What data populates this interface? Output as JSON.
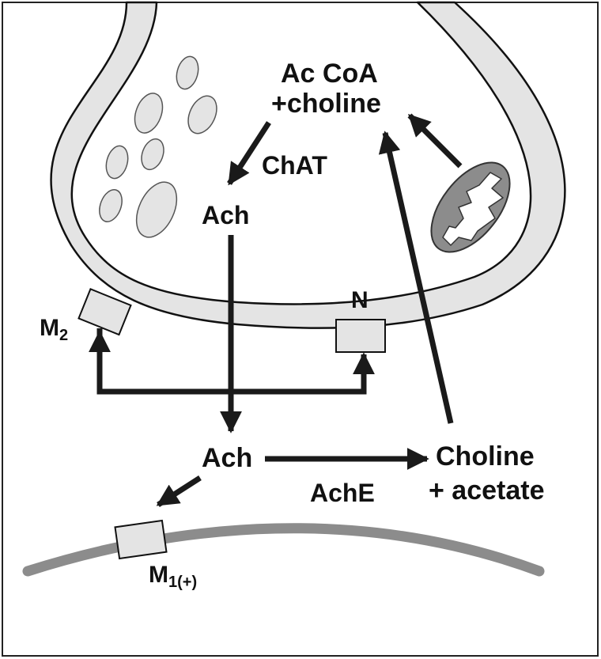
{
  "labels": {
    "ac_coa": "Ac CoA",
    "choline_top": "+choline",
    "chat": "ChAT",
    "ach_top": "Ach",
    "n_receptor": "N",
    "m2_main": "M",
    "m2_sub": "2",
    "ach_cleft": "Ach",
    "choline_bottom": "Choline",
    "acetate": "+ acetate",
    "ache": "AchE",
    "m1_main": "M",
    "m1_sub": "1(+)"
  },
  "colors": {
    "membrane_fill": "#e4e4e4",
    "outline": "#111111",
    "arrow": "#1a1a1a",
    "postsynaptic": "#8c8c8c"
  }
}
